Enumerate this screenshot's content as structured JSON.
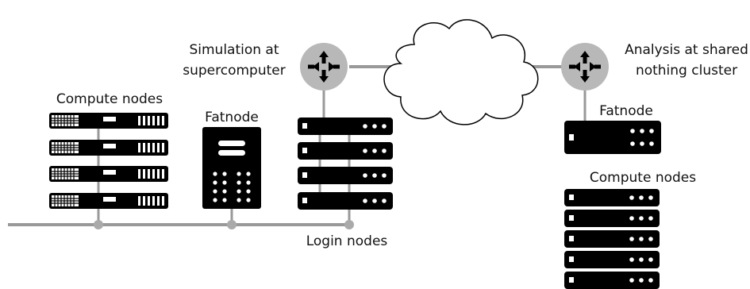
{
  "labels": {
    "sim_line1": "Simulation at",
    "sim_line2": "supercomputer",
    "analysis_line1": "Analysis at shared",
    "analysis_line2": "nothing cluster",
    "compute_nodes_left": "Compute nodes",
    "fatnode_left": "Fatnode",
    "login_nodes": "Login nodes",
    "fatnode_right": "Fatnode",
    "compute_nodes_right": "Compute nodes"
  },
  "icons": {
    "router": "router-icon",
    "cloud": "cloud-icon",
    "server": "server-icon",
    "fatnode": "fatnode-icon"
  },
  "colors": {
    "line": "#999999",
    "router_fill": "#b8b8b8",
    "device": "#000000",
    "cloud_fill": "#ffffff",
    "cloud_stroke": "#000000"
  }
}
